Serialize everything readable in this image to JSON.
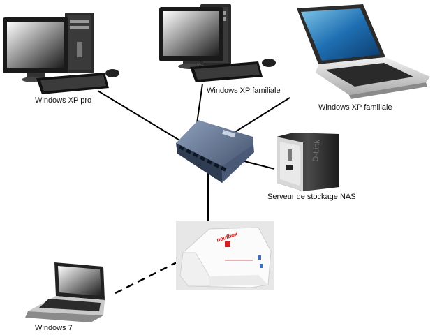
{
  "nodes": {
    "pc1": {
      "label": "Windows XP pro",
      "icon": "desktop-computer-icon"
    },
    "pc2": {
      "label": "Windows XP familiale",
      "icon": "desktop-computer-icon"
    },
    "laptop": {
      "label": "Windows XP familiale",
      "icon": "laptop-icon"
    },
    "nas": {
      "label": "Serveur de stockage NAS",
      "icon": "nas-server-icon"
    },
    "netbook": {
      "label": "Windows 7",
      "icon": "netbook-icon"
    },
    "switch": {
      "icon": "network-switch-icon"
    },
    "router": {
      "brand": "neufbox",
      "icon": "router-box-icon"
    }
  },
  "links": [
    {
      "from": "pc1",
      "to": "switch",
      "style": "solid"
    },
    {
      "from": "pc2",
      "to": "switch",
      "style": "solid"
    },
    {
      "from": "laptop",
      "to": "switch",
      "style": "solid"
    },
    {
      "from": "nas",
      "to": "switch",
      "style": "solid"
    },
    {
      "from": "router",
      "to": "switch",
      "style": "solid"
    },
    {
      "from": "netbook",
      "to": "router",
      "style": "dashed"
    }
  ],
  "colors": {
    "line": "#000000",
    "switch_body": "#5a6b86",
    "router_accent": "#d42020",
    "nas_body": "#2a2a2a"
  }
}
